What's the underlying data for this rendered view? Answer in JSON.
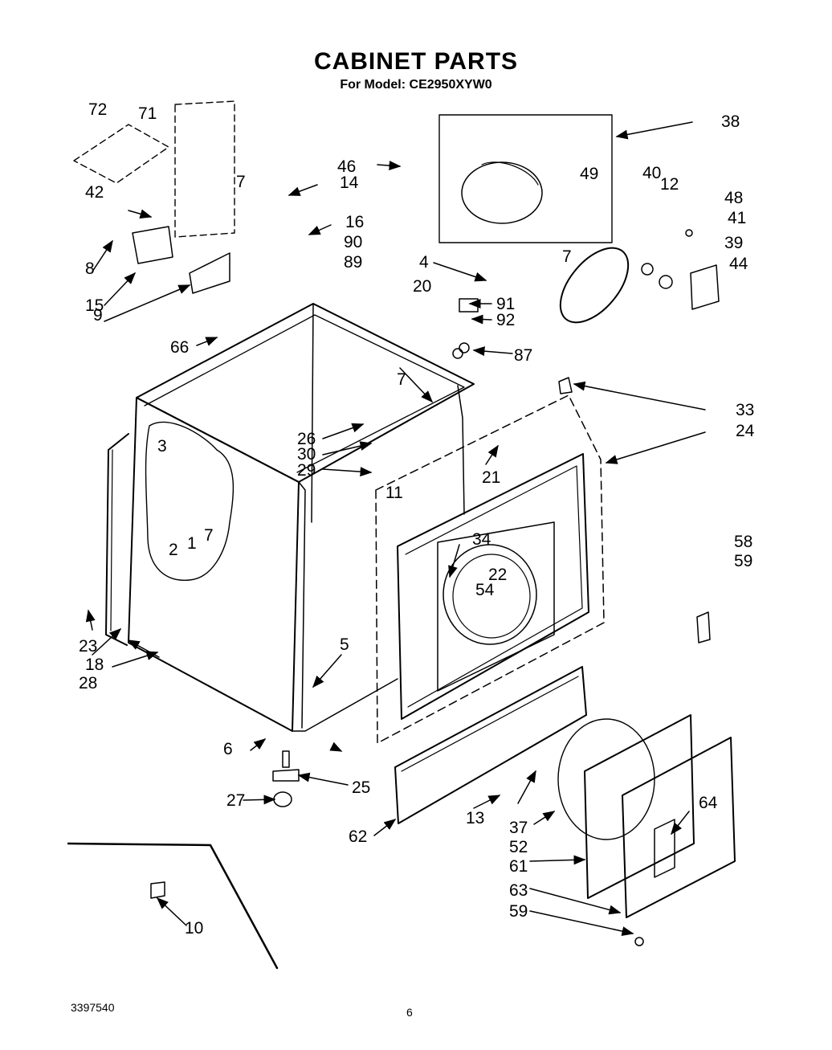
{
  "title": "CABINET PARTS",
  "subtitle": "For Model: CE2950XYW0",
  "footer": {
    "doc_number": "3397540",
    "page_number": "6"
  },
  "callouts": [
    "72",
    "71",
    "42",
    "8",
    "15",
    "9",
    "7",
    "14",
    "16",
    "90",
    "89",
    "46",
    "38",
    "49",
    "40",
    "48",
    "12",
    "41",
    "39",
    "44",
    "4",
    "7",
    "91",
    "92",
    "20",
    "87",
    "66",
    "7",
    "33",
    "24",
    "26",
    "30",
    "29",
    "21",
    "11",
    "3",
    "2",
    "1",
    "7",
    "34",
    "22",
    "54",
    "58",
    "59",
    "23",
    "18",
    "28",
    "5",
    "6",
    "25",
    "27",
    "13",
    "62",
    "37",
    "52",
    "61",
    "64",
    "63",
    "59",
    "10"
  ]
}
